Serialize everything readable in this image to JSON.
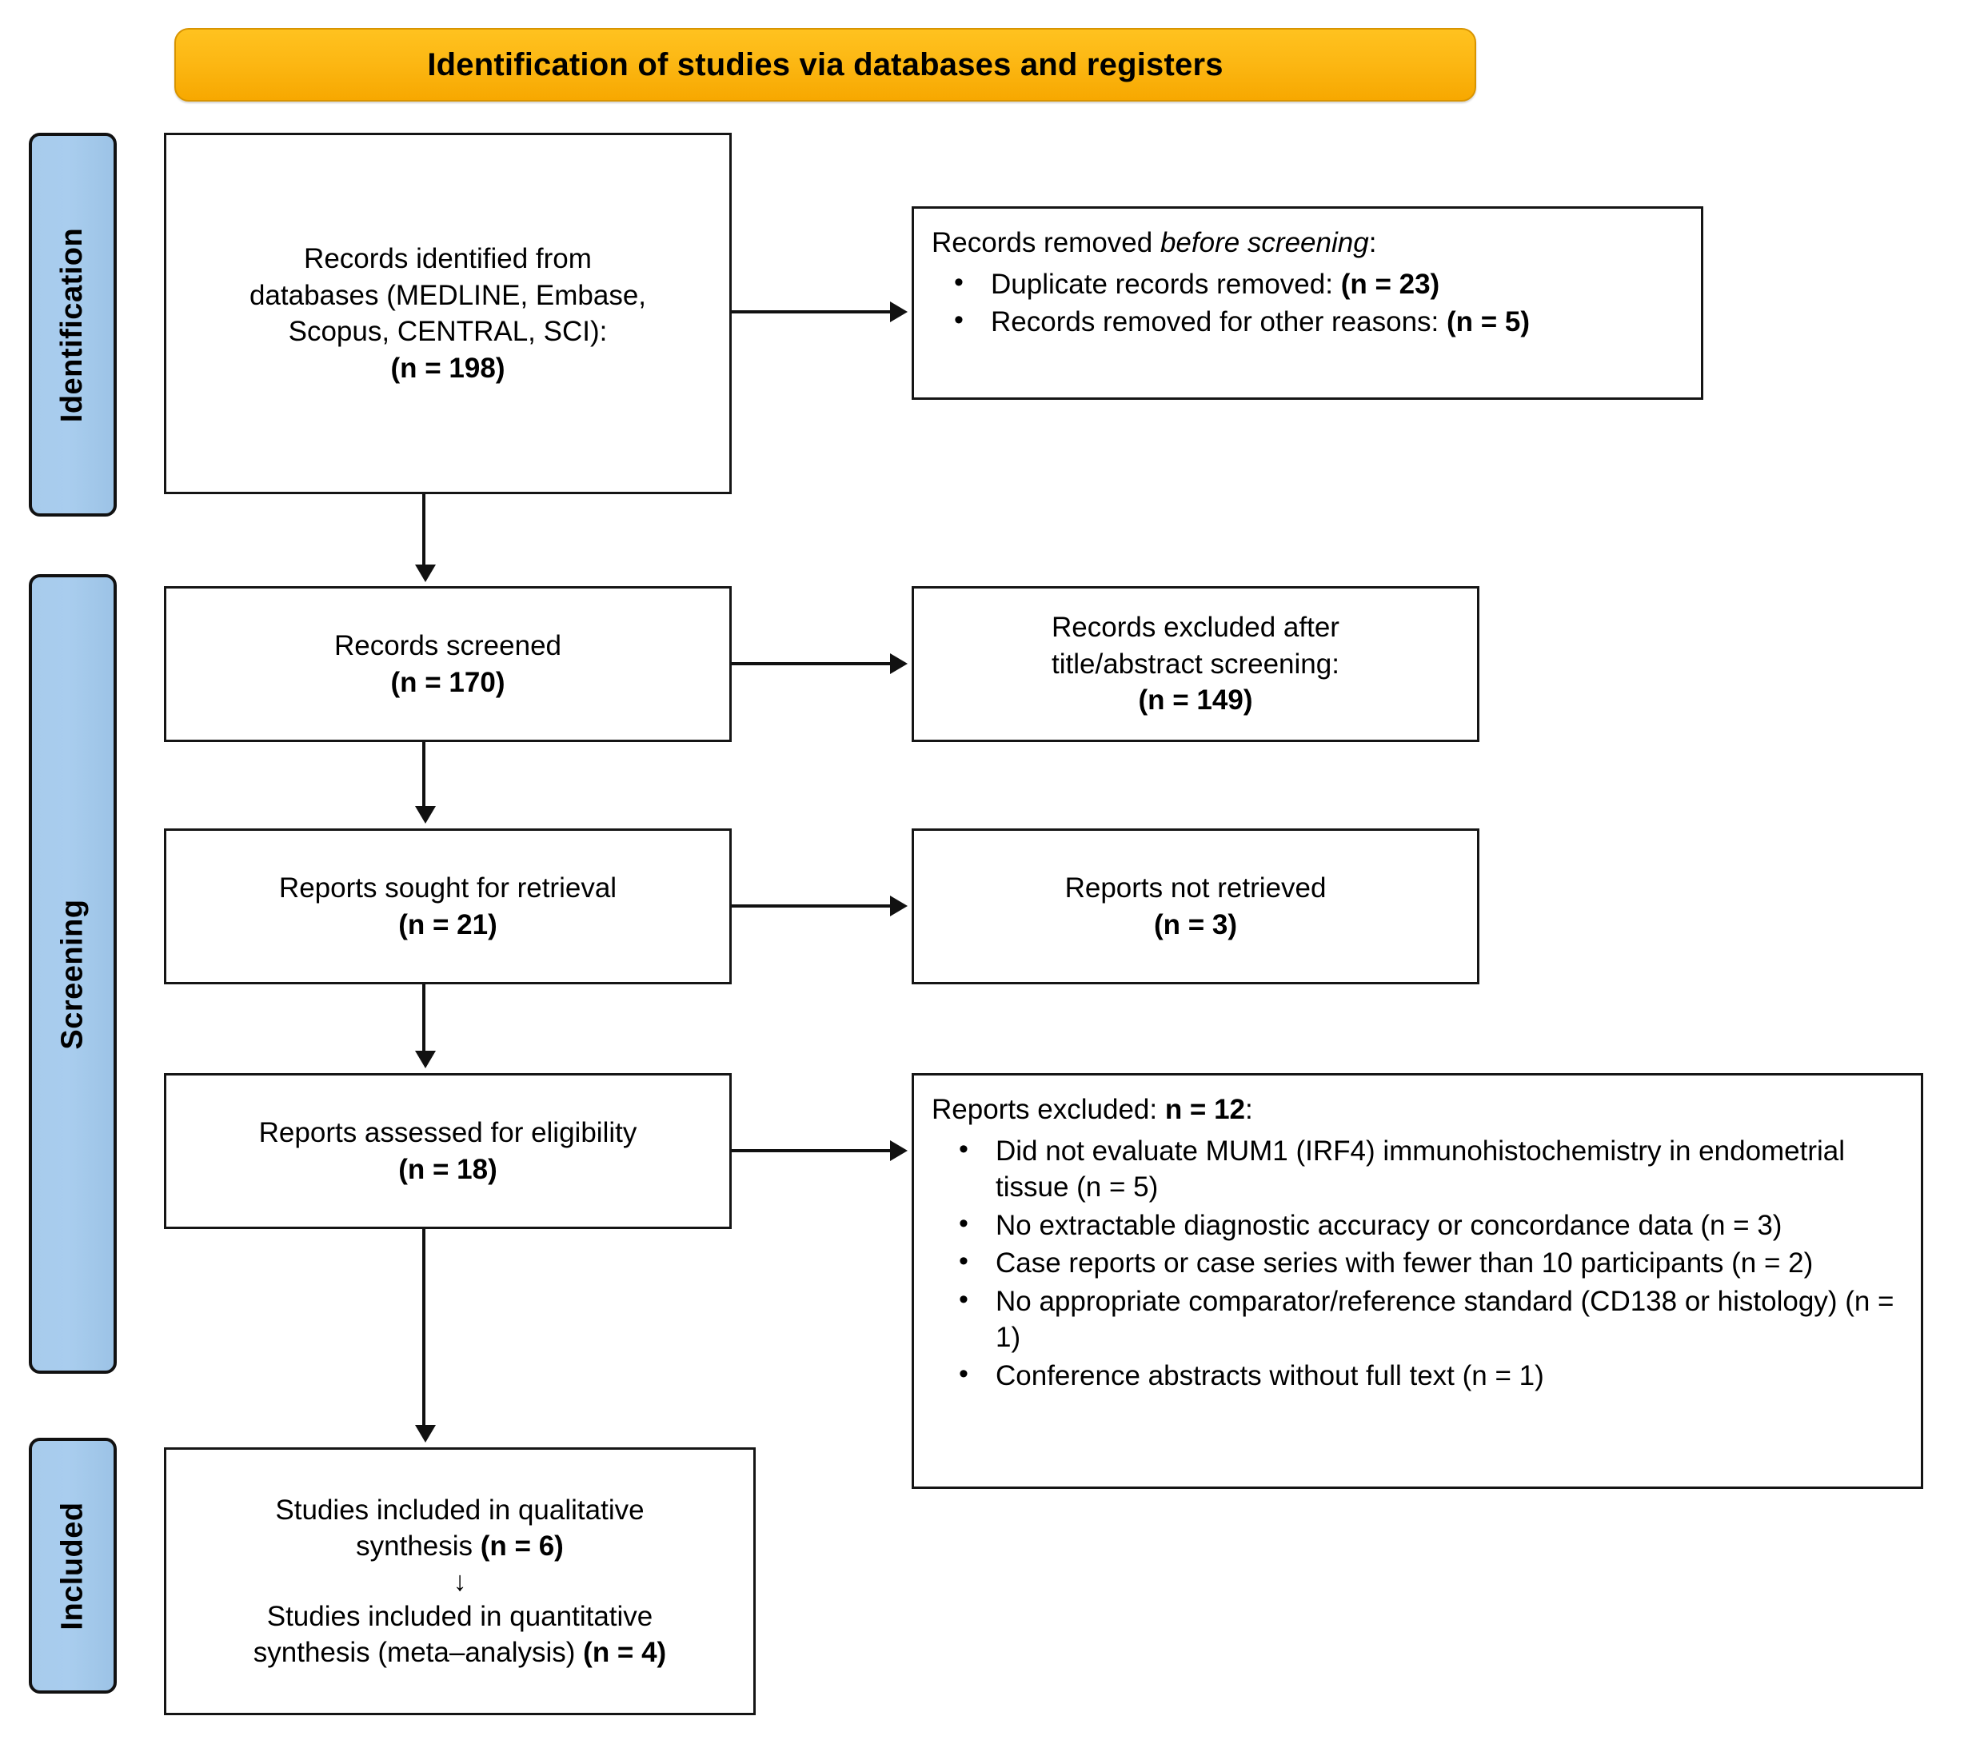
{
  "banner": {
    "title": "Identification of studies via databases and registers",
    "color": "#fcb713"
  },
  "sidebar": {
    "color": "#a7cbec",
    "items": [
      {
        "label": "Identification"
      },
      {
        "label": "Screening"
      },
      {
        "label": "Included"
      }
    ]
  },
  "boxes": {
    "identified": {
      "line1": "Records identified from",
      "line2": "databases (MEDLINE, Embase,",
      "line3": "Scopus, CENTRAL, SCI):",
      "count": "(n = 198)"
    },
    "removed_before_screening": {
      "heading_plain": "Records removed ",
      "heading_italic": "before screening",
      "heading_tail": ":",
      "bullets": [
        {
          "text": "Duplicate records removed: ",
          "count": "(n = 23)"
        },
        {
          "text": "Records removed for other reasons: ",
          "count": "(n = 5)"
        }
      ]
    },
    "screened": {
      "line1": "Records screened",
      "count": "(n = 170)"
    },
    "excluded_title_abstract": {
      "line1": "Records excluded after",
      "line2": "title/abstract screening:",
      "count": "(n = 149)"
    },
    "sought": {
      "line1": "Reports sought for retrieval",
      "count": "(n = 21)"
    },
    "not_retrieved": {
      "line1": "Reports not retrieved",
      "count": "(n = 3)"
    },
    "assessed": {
      "line1": "Reports assessed for eligibility",
      "count": "(n = 18)"
    },
    "reports_excluded": {
      "heading_plain": "Reports excluded: ",
      "heading_bold": "n = 12",
      "heading_tail": ":",
      "bullets": [
        {
          "text": "Did not evaluate MUM1 (IRF4) immunohistochemistry in endometrial tissue (n = 5)"
        },
        {
          "text": "No extractable diagnostic accuracy or concordance data (n = 3)"
        },
        {
          "text": "Case reports or case series with fewer than 10 participants (n = 2)"
        },
        {
          "text": "No appropriate comparator/reference standard (CD138 or histology) (n = 1)"
        },
        {
          "text": "Conference abstracts without full text (n = 1)"
        }
      ]
    },
    "included": {
      "qual_line1": "Studies included in qualitative",
      "qual_line2": "synthesis ",
      "qual_count": "(n = 6)",
      "arrow_glyph": "↓",
      "quant_line1": "Studies included in quantitative",
      "quant_line2": "synthesis (meta–analysis) ",
      "quant_count": "(n = 4)"
    }
  }
}
